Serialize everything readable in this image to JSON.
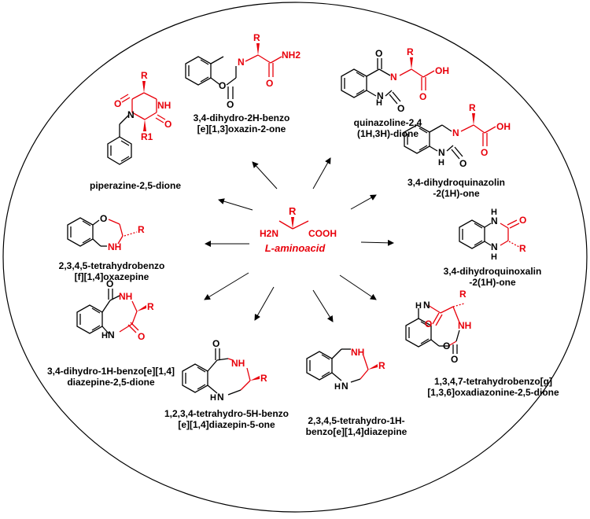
{
  "center": {
    "substituent": "R",
    "amine": "H2N",
    "acid": "COOH",
    "label": "L-aminoacid"
  },
  "products": [
    {
      "id": "benzoxazinone",
      "name_lines": [
        "3,4-dihydro-2H-benzo",
        "[e][1,3]oxazin-2-one"
      ]
    },
    {
      "id": "quinazolinedione",
      "name_lines": [
        "quinazoline-2,4",
        "(1H,3H)-dione"
      ]
    },
    {
      "id": "piperazinedione",
      "name_lines": [
        "piperazine-2,5-dione"
      ]
    },
    {
      "id": "dihydroquinazolinone",
      "name_lines": [
        "3,4-dihydroquinazolin",
        "-2(1H)-one"
      ]
    },
    {
      "id": "benzoxazepine",
      "name_lines": [
        "2,3,4,5-tetrahydrobenzo",
        "[f][1,4]oxazepine"
      ]
    },
    {
      "id": "quinoxalinone",
      "name_lines": [
        "3,4-dihydroquinoxalin",
        "-2(1H)-one"
      ]
    },
    {
      "id": "benzodiazepinedione",
      "name_lines": [
        "3,4-dihydro-1H-benzo[e][1,4]",
        "diazepine-2,5-dione"
      ]
    },
    {
      "id": "oxadiazonine",
      "name_lines": [
        "1,3,4,7-tetrahydrobenzo[g]",
        "[1,3,6]oxadiazonine-2,5-dione"
      ]
    },
    {
      "id": "benzodiazepinone",
      "name_lines": [
        "1,2,3,4-tetrahydro-5H-benzo",
        "[e][1,4]diazepin-5-one"
      ]
    },
    {
      "id": "benzodiazepine",
      "name_lines": [
        "2,3,4,5-tetrahydro-1H-",
        "benzo[e][1,4]diazepine"
      ]
    }
  ],
  "atoms": {
    "R": "R",
    "R1": "R1",
    "O": "O",
    "N": "N",
    "H": "H",
    "NH": "NH",
    "NH2": "NH2",
    "OH": "OH"
  },
  "colors": {
    "amino_acid_fragment": "#e8000b",
    "scaffold": "#000000",
    "outline": "#000000"
  }
}
